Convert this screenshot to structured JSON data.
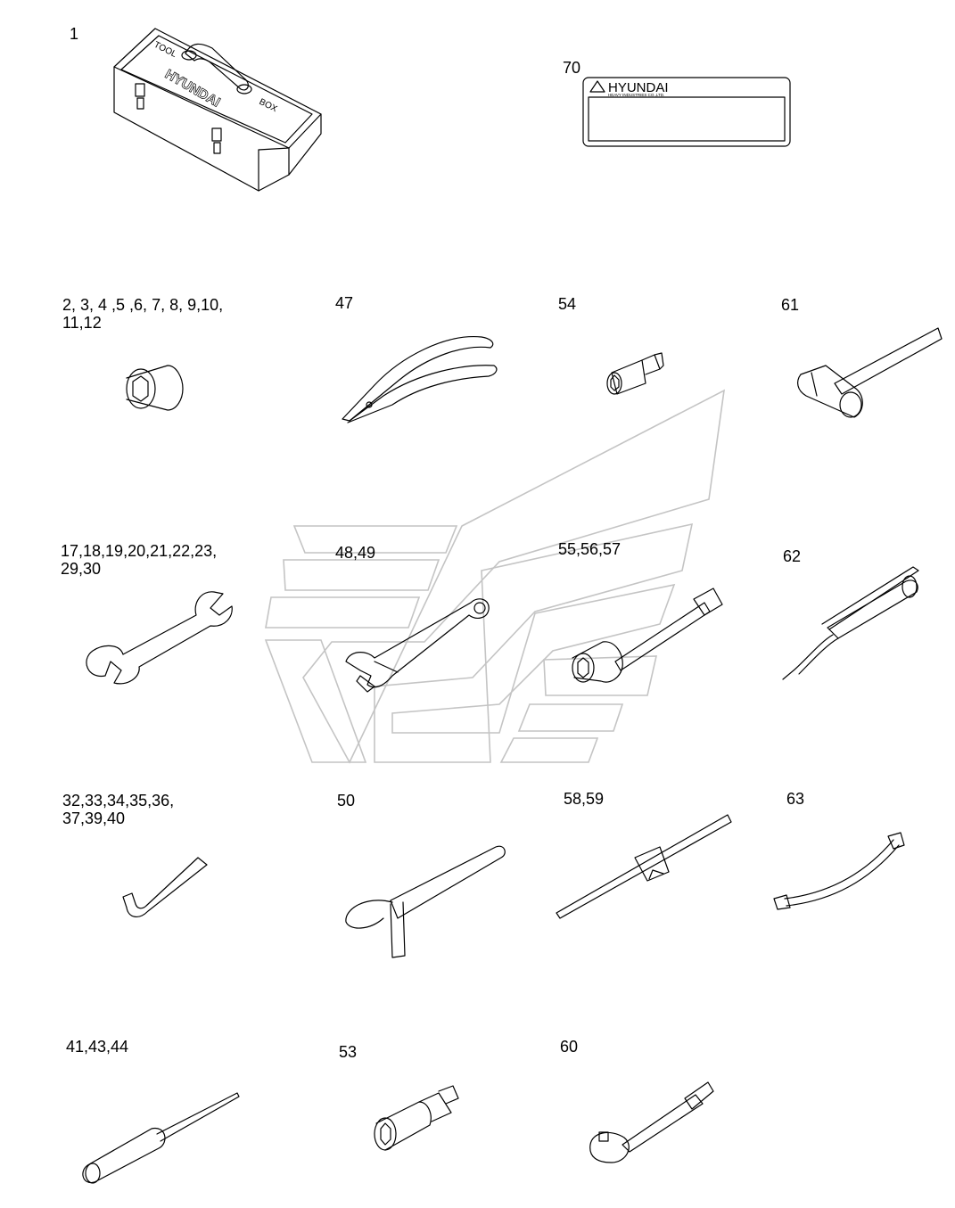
{
  "callouts": {
    "toolbox": "1",
    "plate": "70",
    "socket": "2, 3, 4 ,5 ,6, 7, 8, 9,10,\n11,12",
    "pliers": "47",
    "adapter": "54",
    "hammer": "61",
    "spanner": "17,18,19,20,21,22,23,\n29,30",
    "adjustable_wrench": "48,49",
    "extension_bar": "55,56,57",
    "grease_gun": "62",
    "hex_key": "32,33,34,35,36,\n37,39,40",
    "filter_wrench": "50",
    "t_handle": "58,59",
    "grease_hose": "63",
    "screwdriver": "41,43,44",
    "universal_joint": "53",
    "ratchet": "60"
  },
  "toolbox": {
    "lid_text_left": "TOOL",
    "lid_text_right": "BOX",
    "brand": "HYUNDAI"
  },
  "plate": {
    "brand": "HYUNDAI",
    "subtitle": "HEAVY INDUSTRIES CO.,LTD."
  }
}
